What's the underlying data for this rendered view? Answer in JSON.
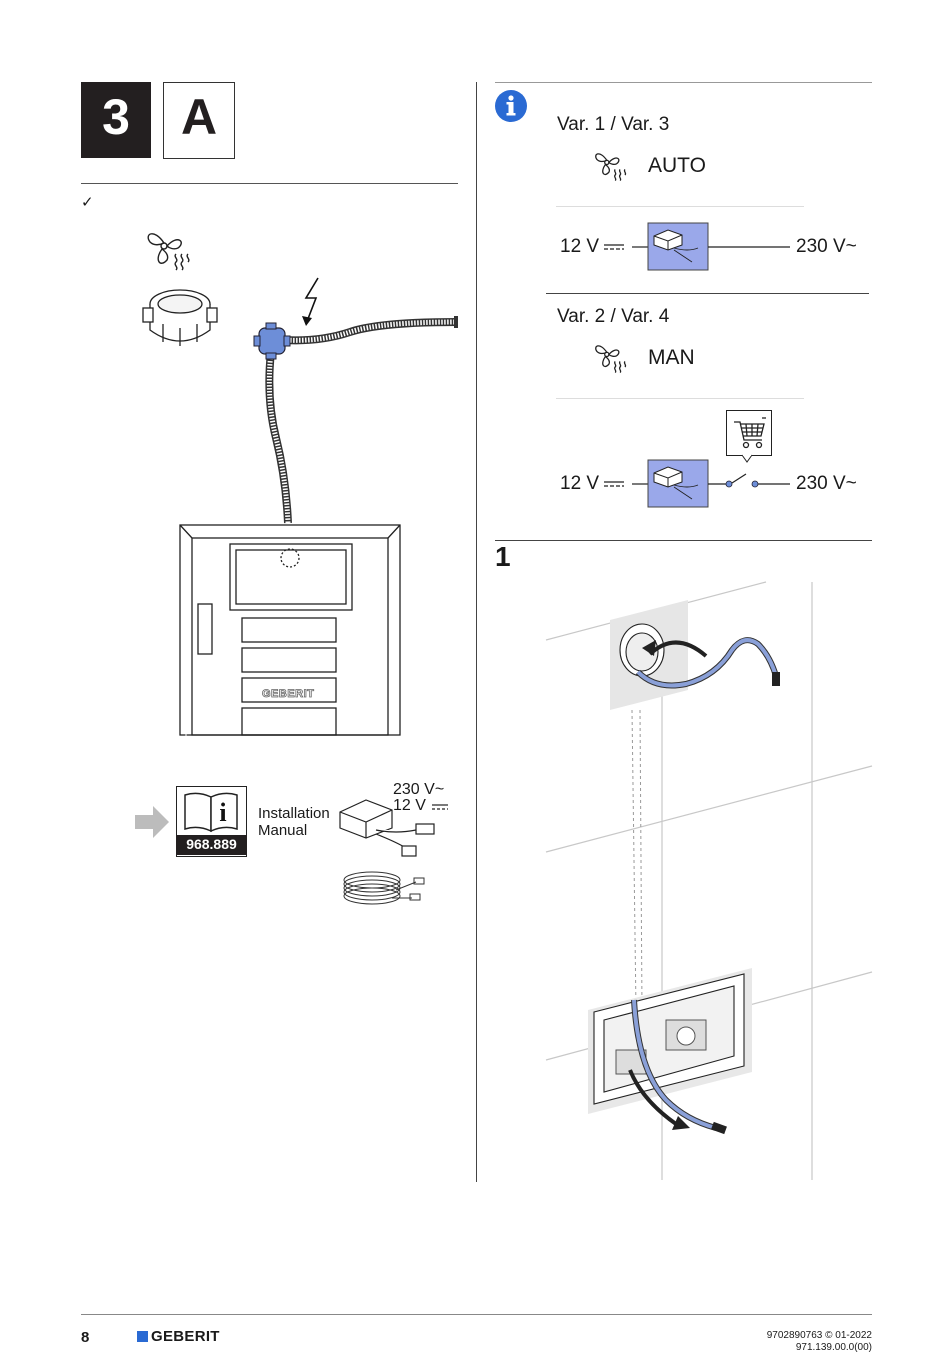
{
  "header": {
    "step_number": "3",
    "step_letter": "A",
    "check_mark": "✓"
  },
  "left": {
    "frame_brand": "GEBERIT",
    "manual": {
      "label_line1": "Installation",
      "label_line2": "Manual",
      "article_number": "968.889"
    },
    "power_supply": {
      "input_voltage": "230 V~",
      "output_voltage": "12 V"
    }
  },
  "info": {
    "variant_a": {
      "title": "Var. 1 / Var. 3",
      "mode": "AUTO",
      "left_voltage": "12 V",
      "right_voltage": "230 V~"
    },
    "variant_b": {
      "title": "Var. 2 / Var. 4",
      "mode": "MAN",
      "left_voltage": "12 V",
      "right_voltage": "230 V~"
    }
  },
  "step1": {
    "number": "1"
  },
  "footer": {
    "page_number": "8",
    "brand": "GEBERIT",
    "doc_code": "9702890763 © 01-2022",
    "doc_code2": "971.139.00.0(00)"
  },
  "colors": {
    "accent_blue": "#2a6ad3",
    "highlight_blue": "#9aa8ea",
    "cable_blue": "#8aa0d8",
    "dark_box": "#231f20"
  },
  "icons": [
    "fan-icon",
    "junction-box-icon",
    "lightning-icon",
    "info-icon",
    "power-supply-icon",
    "shopping-cart-icon",
    "manual-book-icon",
    "arrow-right-icon",
    "cable-coil-icon",
    "switch-icon"
  ]
}
